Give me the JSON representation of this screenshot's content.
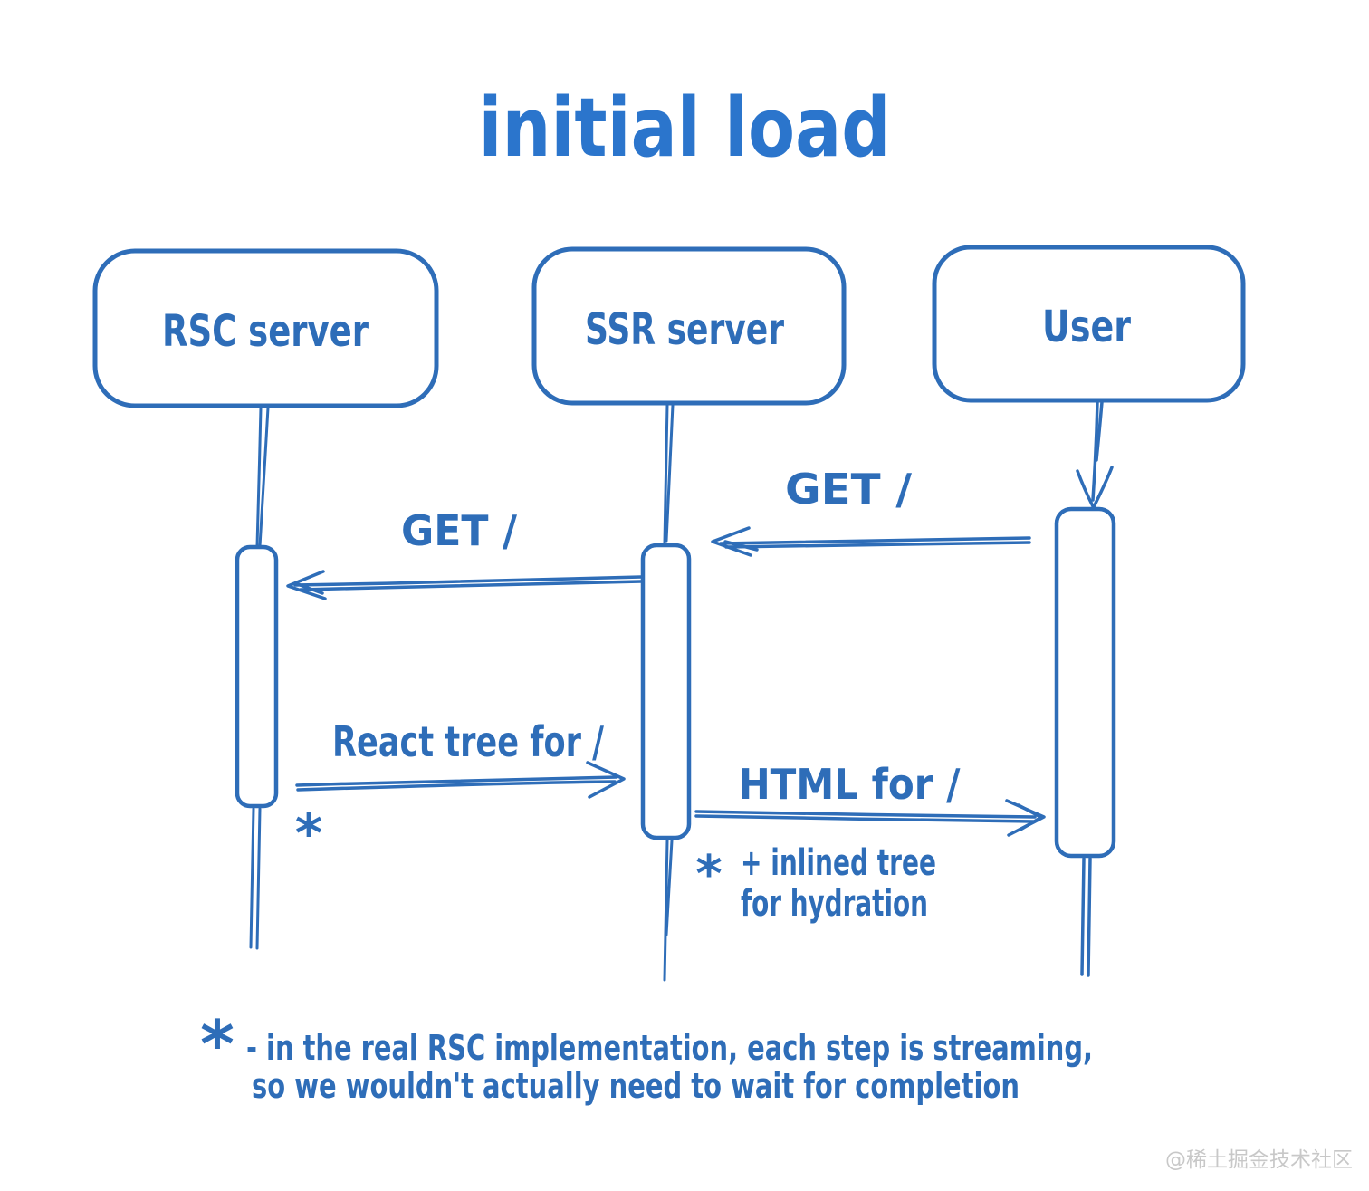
{
  "colors": {
    "ink": "#2e6db8",
    "title_ink": "#2b75cc",
    "watermark": "#c8c8c8",
    "background": "#ffffff"
  },
  "title": "initial load",
  "actors": [
    {
      "label": "RSC server"
    },
    {
      "label": "SSR server"
    },
    {
      "label": "User"
    }
  ],
  "messages": [
    {
      "label": "GET /",
      "from": "User",
      "to": "SSR server"
    },
    {
      "label": "GET /",
      "from": "SSR server",
      "to": "RSC server"
    },
    {
      "label": "React tree for /",
      "from": "RSC server",
      "to": "SSR server"
    },
    {
      "label": "HTML for /",
      "from": "SSR server",
      "to": "User"
    }
  ],
  "notes": {
    "rsc_marker": "*",
    "ssr_marker": "*",
    "ssr_note_line1": "+ inlined tree",
    "ssr_note_line2": "for hydration",
    "footnote_marker": "*",
    "footnote_line1": "- in the real RSC implementation, each step is streaming,",
    "footnote_line2": "so we wouldn't actually need to wait for completion"
  },
  "watermark": "@稀土掘金技术社区"
}
